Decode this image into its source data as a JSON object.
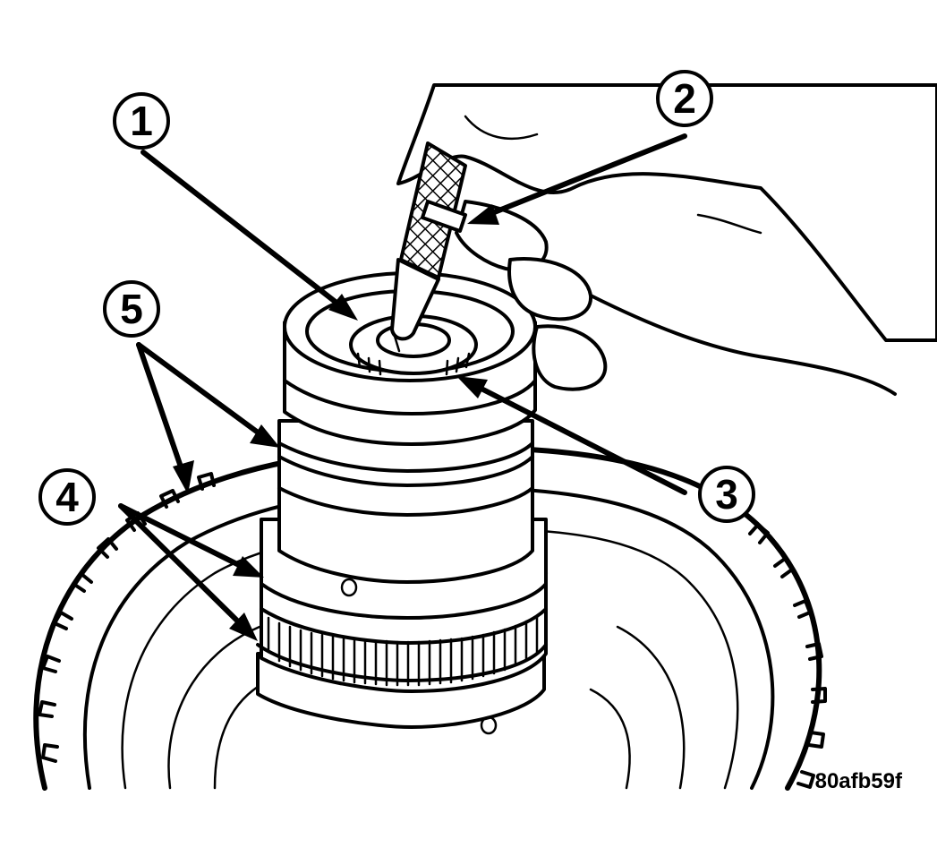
{
  "callouts": [
    {
      "id": "1",
      "label": "1"
    },
    {
      "id": "2",
      "label": "2"
    },
    {
      "id": "3",
      "label": "3"
    },
    {
      "id": "4",
      "label": "4"
    },
    {
      "id": "5",
      "label": "5"
    }
  ],
  "figure_id": "80afb59f",
  "colors": {
    "ink": "#000000",
    "paper": "#ffffff"
  }
}
